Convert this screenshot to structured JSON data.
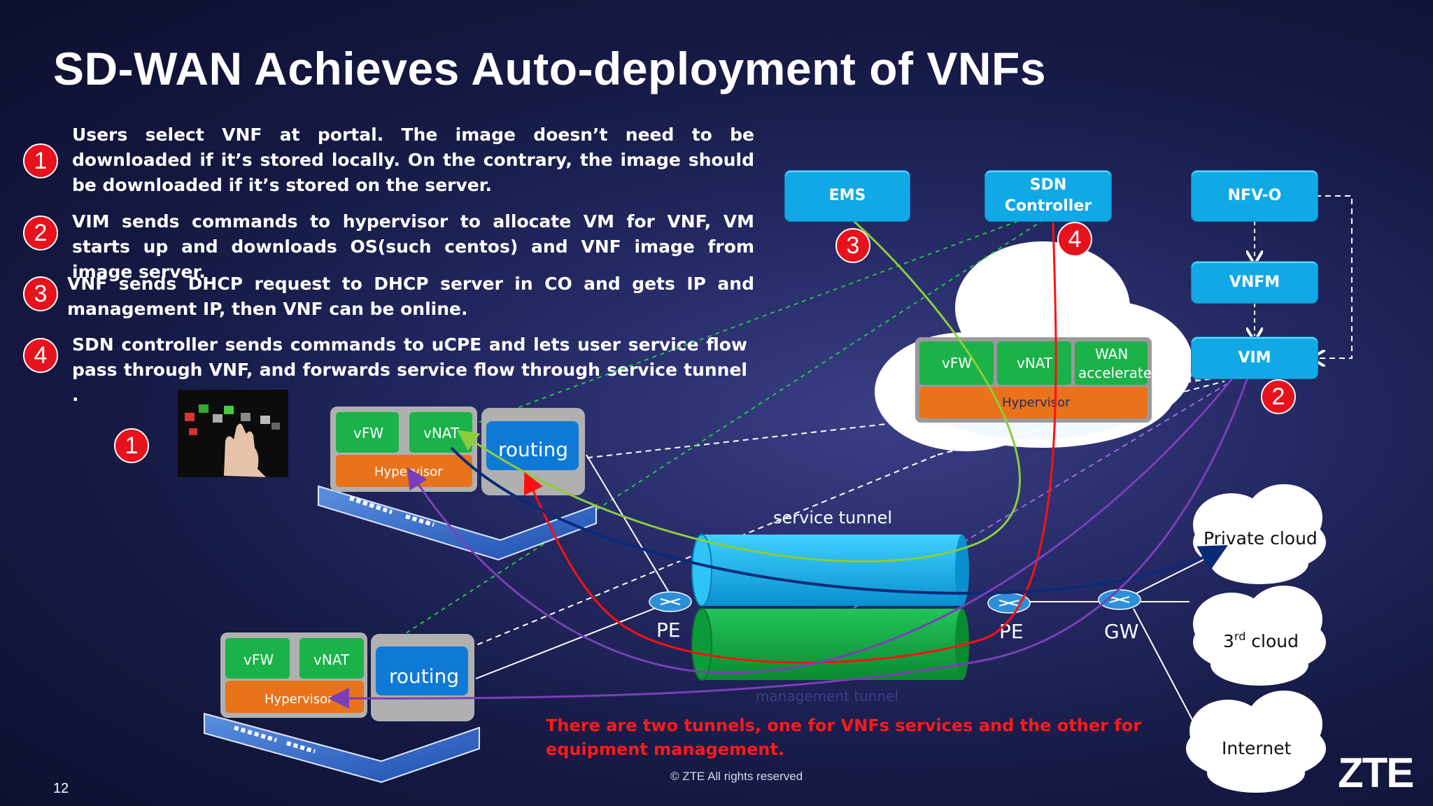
{
  "title": "SD-WAN Achieves Auto-deployment of VNFs",
  "steps": [
    {
      "num": "1",
      "text": "Users select VNF at portal. The image doesn’t need to be downloaded if it’s stored locally. On the contrary, the image should be downloaded if it’s stored on the server."
    },
    {
      "num": "2",
      "text": "VIM sends commands to hypervisor to allocate VM for VNF, VM starts up and downloads OS(such centos) and VNF image from image server."
    },
    {
      "num": "3",
      "text": "VNF sends DHCP request to DHCP server in CO and gets IP and management IP, then VNF can be online."
    },
    {
      "num": "4",
      "text": "SDN controller sends commands to uCPE and lets user service flow pass through VNF, and forwards service flow through service tunnel ."
    }
  ],
  "mgmt": {
    "ems": "EMS",
    "sdn_line1": "SDN",
    "sdn_line2": "Controller",
    "nfvo": "NFV-O",
    "vnfm": "VNFM",
    "vim": "VIM"
  },
  "diagram_badges": {
    "portal": "1",
    "ems": "3",
    "sdn": "4",
    "vim": "2"
  },
  "cloud_stack": {
    "vfw": "vFW",
    "vnat": "vNAT",
    "wan_line1": "WAN",
    "wan_line2": "accelerate",
    "hypervisor": "Hypervisor"
  },
  "ucpe_top": {
    "vfw": "vFW",
    "vnat": "vNAT",
    "hypervisor": "Hypervisor",
    "routing": "routing"
  },
  "ucpe_bottom": {
    "vfw": "vFW",
    "vnat": "vNAT",
    "hypervisor": "Hypervisor",
    "routing": "routing"
  },
  "network": {
    "service_tunnel": "service tunnel",
    "management_tunnel": "management tunnel",
    "pe_left": "PE",
    "pe_right": "PE",
    "gw": "GW"
  },
  "clouds": {
    "private": "Private cloud",
    "third_base": "3",
    "third_sup": "rd",
    "third_rest": " cloud",
    "internet": "Internet"
  },
  "note": "There are two tunnels, one for VNFs services and the other for equipment management.",
  "footer": "© ZTE All rights reserved",
  "page_number": "12",
  "logo": "ZTE",
  "colors": {
    "badge_red": "#e8121c",
    "box_blue": "#10a9e6",
    "vnf_green": "#1bb24a",
    "hypervisor_orange": "#e8731b",
    "routing_blue": "#0e7ad6",
    "service_tunnel": "#17b2ec",
    "management_tunnel": "#10b045",
    "note_red": "#ff1a1a"
  }
}
